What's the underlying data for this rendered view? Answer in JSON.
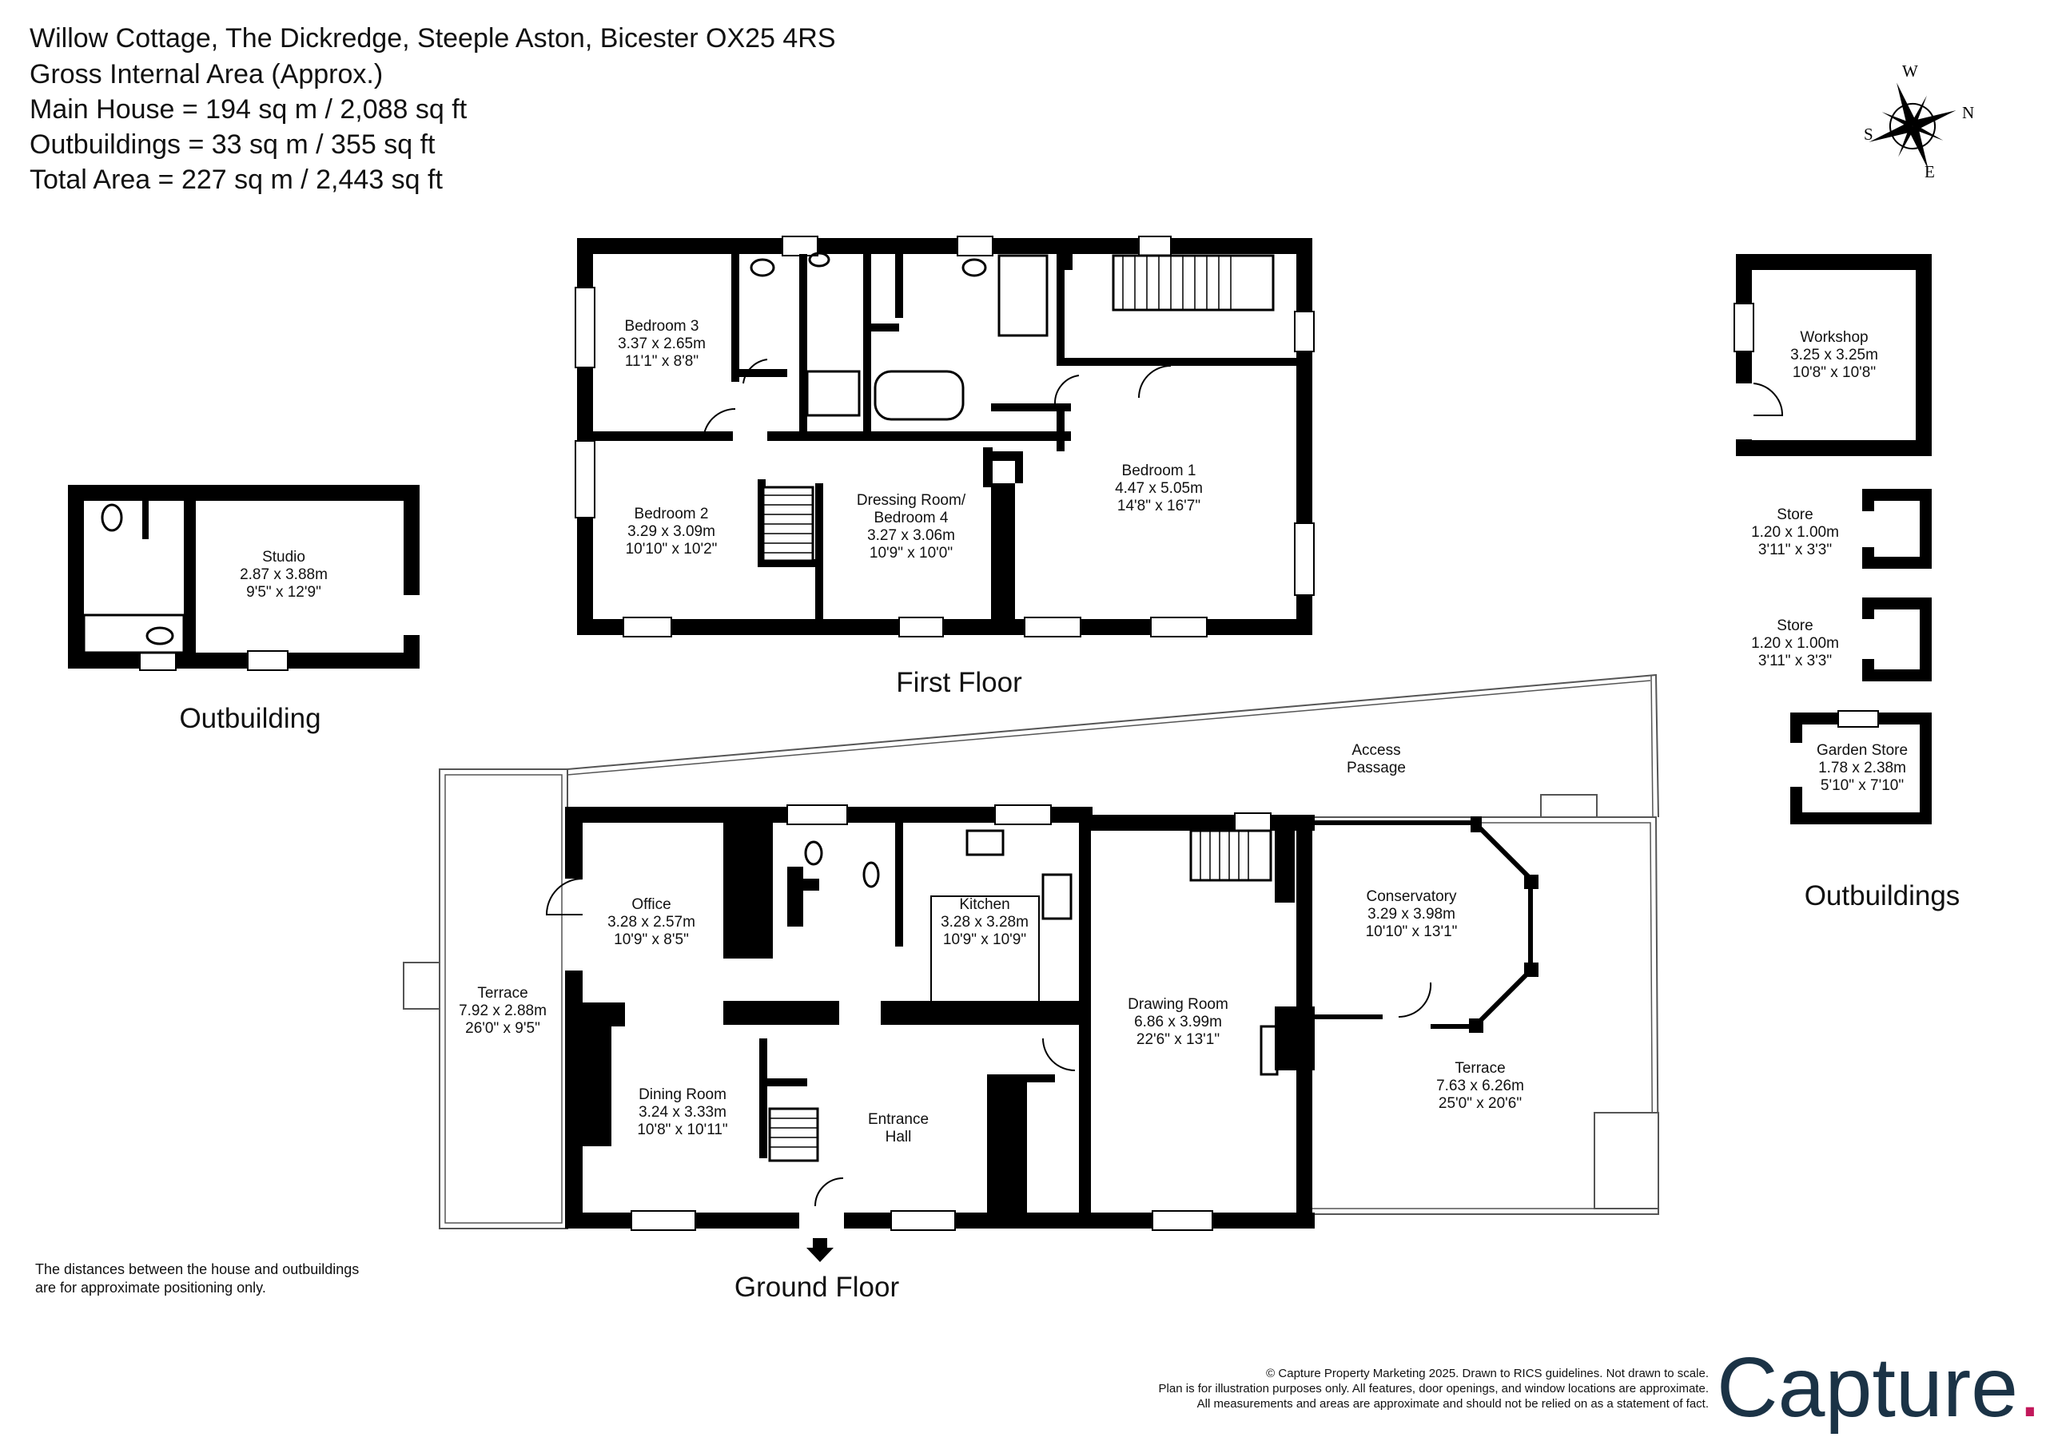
{
  "header": {
    "address": "Willow Cottage, The Dickredge, Steeple Aston, Bicester OX25 4RS",
    "gross_area_title": "Gross Internal Area (Approx.)",
    "main_house": "Main House = 194 sq m / 2,088 sq ft",
    "outbuildings": "Outbuildings = 33 sq m / 355 sq ft",
    "total": "Total Area = 227 sq m / 2,443 sq ft"
  },
  "compass": {
    "n": "N",
    "e": "E",
    "s": "S",
    "w": "W"
  },
  "floors": {
    "first": "First Floor",
    "ground": "Ground Floor",
    "outbuilding": "Outbuilding",
    "outbuildings": "Outbuildings"
  },
  "rooms": {
    "bedroom3": {
      "name": "Bedroom 3",
      "metric": "3.37 x 2.65m",
      "imperial": "11'1\" x 8'8\""
    },
    "bedroom2": {
      "name": "Bedroom 2",
      "metric": "3.29 x 3.09m",
      "imperial": "10'10\" x 10'2\""
    },
    "dressing": {
      "name": "Dressing Room/",
      "name2": "Bedroom 4",
      "metric": "3.27 x 3.06m",
      "imperial": "10'9\" x 10'0\""
    },
    "bedroom1": {
      "name": "Bedroom 1",
      "metric": "4.47 x 5.05m",
      "imperial": "14'8\" x 16'7\""
    },
    "studio": {
      "name": "Studio",
      "metric": "2.87 x 3.88m",
      "imperial": "9'5\" x 12'9\""
    },
    "workshop": {
      "name": "Workshop",
      "metric": "3.25 x 3.25m",
      "imperial": "10'8\" x 10'8\""
    },
    "store1": {
      "name": "Store",
      "metric": "1.20 x 1.00m",
      "imperial": "3'11\" x 3'3\""
    },
    "store2": {
      "name": "Store",
      "metric": "1.20 x 1.00m",
      "imperial": "3'11\" x 3'3\""
    },
    "garden_store": {
      "name": "Garden Store",
      "metric": "1.78 x 2.38m",
      "imperial": "5'10\" x 7'10\""
    },
    "access": {
      "name": "Access",
      "name2": "Passage"
    },
    "terrace_left": {
      "name": "Terrace",
      "metric": "7.92 x 2.88m",
      "imperial": "26'0\" x 9'5\""
    },
    "office": {
      "name": "Office",
      "metric": "3.28 x 2.57m",
      "imperial": "10'9\" x 8'5\""
    },
    "kitchen": {
      "name": "Kitchen",
      "metric": "3.28 x 3.28m",
      "imperial": "10'9\" x 10'9\""
    },
    "dining": {
      "name": "Dining Room",
      "metric": "3.24 x 3.33m",
      "imperial": "10'8\" x 10'11\""
    },
    "entrance": {
      "name": "Entrance",
      "name2": "Hall"
    },
    "drawing": {
      "name": "Drawing Room",
      "metric": "6.86 x 3.99m",
      "imperial": "22'6\" x 13'1\""
    },
    "conservatory": {
      "name": "Conservatory",
      "metric": "3.29 x 3.98m",
      "imperial": "10'10\" x 13'1\""
    },
    "terrace_right": {
      "name": "Terrace",
      "metric": "7.63 x 6.26m",
      "imperial": "25'0\" x 20'6\""
    }
  },
  "notes": {
    "distance_line1": "The distances between the house and outbuildings",
    "distance_line2": "are for approximate positioning only.",
    "footer1": "© Capture Property Marketing 2025. Drawn to RICS guidelines.  Not drawn to scale.",
    "footer2": "Plan is for illustration purposes only. All features, door openings, and window locations are approximate.",
    "footer3": "All measurements and areas are approximate and should not be relied on as a statement of fact."
  },
  "brand": {
    "name": "Capture",
    "dot": "."
  },
  "colors": {
    "wall": "#000000",
    "text": "#111111",
    "brand": "#1b3346",
    "brand_dot": "#c2185b",
    "terrace_line": "#555555"
  }
}
